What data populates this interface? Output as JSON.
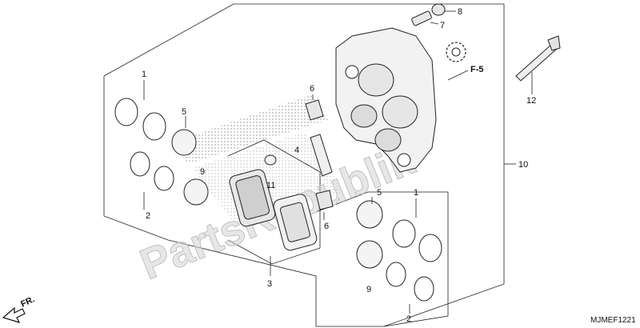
{
  "diagram": {
    "code": "MJMEF1221",
    "watermark": "PartsRepublik",
    "front_label": "FR.",
    "ref_label": "F-5",
    "callouts": {
      "c1a": "1",
      "c1b": "1",
      "c2a": "2",
      "c2b": "2",
      "c3": "3",
      "c4": "4",
      "c5a": "5",
      "c5b": "5",
      "c6a": "6",
      "c6b": "6",
      "c7": "7",
      "c8": "8",
      "c9a": "9",
      "c9b": "9",
      "c10": "10",
      "c11": "11",
      "c12": "12"
    }
  }
}
